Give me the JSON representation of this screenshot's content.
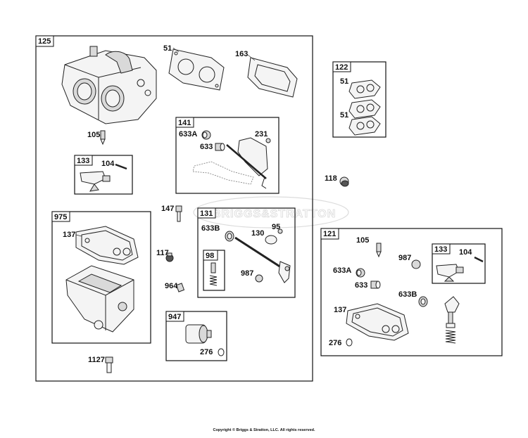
{
  "diagram": {
    "watermark": "BRIGGS&STRATTON",
    "copyright": "Copyright © Briggs & Stratton, LLC. All rights reserved.",
    "assemblies": {
      "a125": "125",
      "a133": "133",
      "a975": "975",
      "a141": "141",
      "a131": "131",
      "a98": "98",
      "a947": "947",
      "a122": "122",
      "a121": "121",
      "a133b": "133"
    },
    "parts": {
      "p51": "51",
      "p163": "163",
      "p105": "105",
      "p104": "104",
      "p137": "137",
      "p633A": "633A",
      "p633": "633",
      "p231": "231",
      "p147": "147",
      "p117": "117",
      "p964": "964",
      "p633B": "633B",
      "p130": "130",
      "p95": "95",
      "p987": "987",
      "p276": "276",
      "p1127": "1127",
      "p51a": "51",
      "p51b": "51",
      "p118": "118",
      "p105b": "105",
      "p987b": "987",
      "p104b": "104",
      "p633Ab": "633A",
      "p633b": "633",
      "p633Bb": "633B",
      "p137b": "137",
      "p276b": "276"
    }
  }
}
